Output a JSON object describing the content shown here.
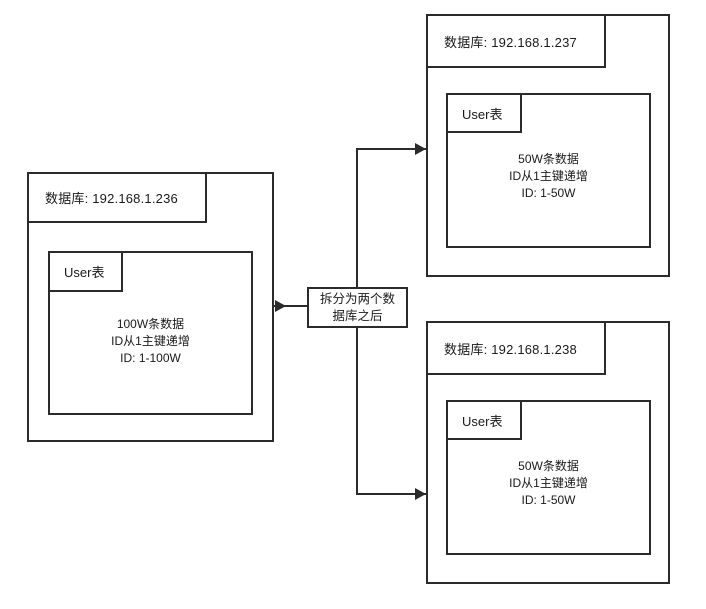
{
  "diagram": {
    "title": "database-sharding-diagram",
    "source_db": {
      "header_label": "数据库: 192.168.1.236",
      "table_tab_label": "User表",
      "table_lines": [
        "100W条数据",
        "ID从1主键递增",
        "ID: 1-100W"
      ]
    },
    "center_note": {
      "line1": "拆分为两个数",
      "line2": "据库之后"
    },
    "target_dbs": [
      {
        "header_label": "数据库: 192.168.1.237",
        "table_tab_label": "User表",
        "table_lines": [
          "50W条数据",
          "ID从1主键递增",
          "ID: 1-50W"
        ]
      },
      {
        "header_label": "数据库: 192.168.1.238",
        "table_tab_label": "User表",
        "table_lines": [
          "50W条数据",
          "ID从1主键递增",
          "ID: 1-50W"
        ]
      }
    ],
    "colors": {
      "stroke": "#2b2b2b",
      "background": "#ffffff",
      "text": "#1a1a1a"
    }
  }
}
